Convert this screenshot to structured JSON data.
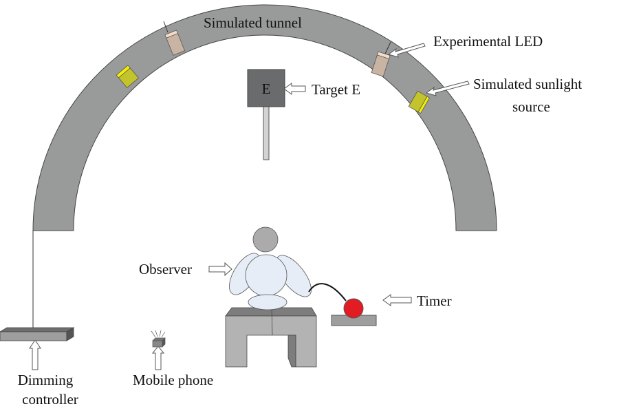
{
  "labels": {
    "tunnel": "Simulated tunnel",
    "experimental_led": "Experimental LED",
    "target": "Target E",
    "target_letter": "E",
    "sunlight_line1": "Simulated sunlight",
    "sunlight_line2": "source",
    "observer": "Observer",
    "timer": "Timer",
    "dimming_line1": "Dimming",
    "dimming_line2": "controller",
    "phone": "Mobile phone"
  },
  "colors": {
    "tunnel": "#999a9a",
    "led": "#c9b3a3",
    "sunlight": "#c3c42c",
    "timer": "#e31b23",
    "body": "#e6edf6"
  }
}
